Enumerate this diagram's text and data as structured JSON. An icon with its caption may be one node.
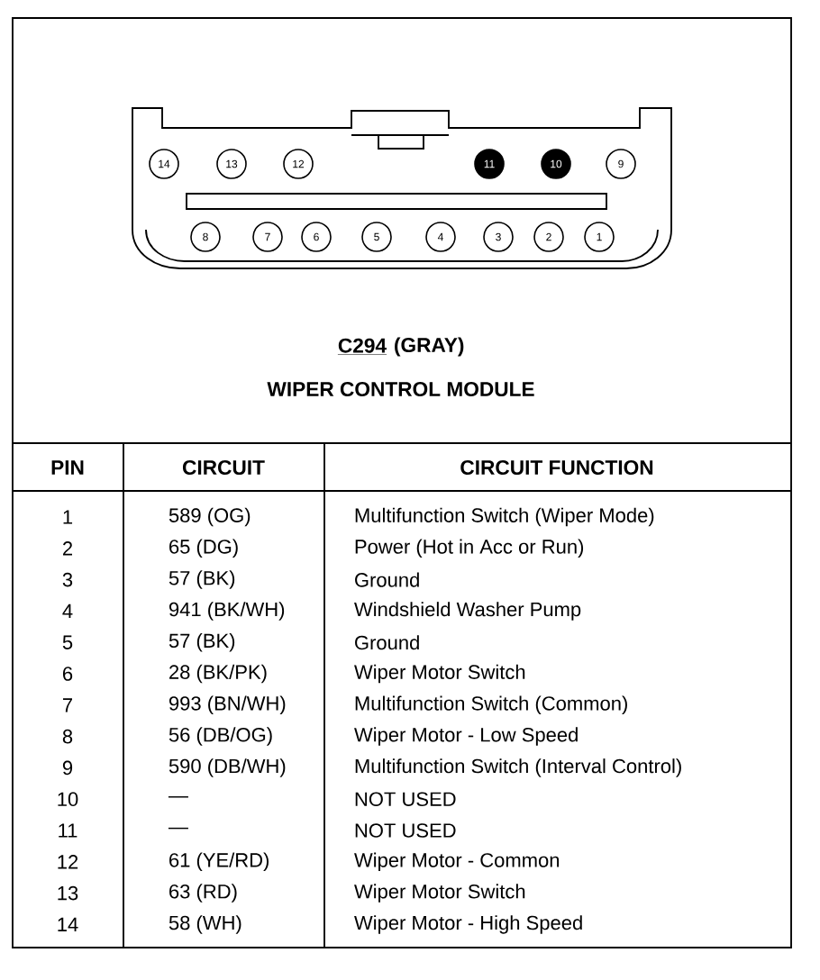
{
  "diagram": {
    "nodes": [
      {
        "text": [
          "14"
        ]
      },
      {
        "text": [
          "13"
        ]
      },
      {
        "text": [
          "12"
        ]
      },
      {
        "text": [
          "11"
        ]
      },
      {
        "text": [
          "10"
        ]
      },
      {
        "text": [
          "9"
        ]
      },
      {
        "text": [
          "8"
        ]
      },
      {
        "text": [
          "7"
        ]
      },
      {
        "text": [
          "6"
        ]
      },
      {
        "text": [
          "5"
        ]
      },
      {
        "text": [
          "4"
        ]
      },
      {
        "text": [
          "3"
        ]
      },
      {
        "text": [
          "2"
        ]
      },
      {
        "text": [
          "1"
        ]
      }
    ],
    "edges": [],
    "labels": [
      "C294",
      "(GRAY)",
      "WIPER CONTROL MODULE",
      "PIN",
      "CIRCUIT",
      "CIRCUIT FUNCTION",
      "1",
      "589 (OG)",
      "Multifunction Switch (Wiper Mode)",
      "2",
      "65 (DG)",
      "Power (Hot in Acc or Run)",
      "3",
      "57 (BK)",
      "Ground",
      "4",
      "941 (BK/WH)",
      "Windshield Washer Pump",
      "5",
      "57 (BK)",
      "Ground",
      "6",
      "28 (BK/PK)",
      "Wiper Motor Switch",
      "7",
      "993 (BN/WH)",
      "Multifunction Switch (Common)",
      "8",
      "56 (DB/OG)",
      "Wiper Motor - Low Speed",
      "9",
      "590 (DB/WH)",
      "Multifunction Switch (Interval Control)",
      "10",
      "—",
      "NOT USED",
      "11",
      "—",
      "NOT USED",
      "12",
      "61 (YE/RD)",
      "Wiper Motor - Common",
      "13",
      "63 (RD)",
      "Wiper Motor Switch",
      "14",
      "58 (WH)",
      "Wiper Motor - High Speed"
    ]
  }
}
